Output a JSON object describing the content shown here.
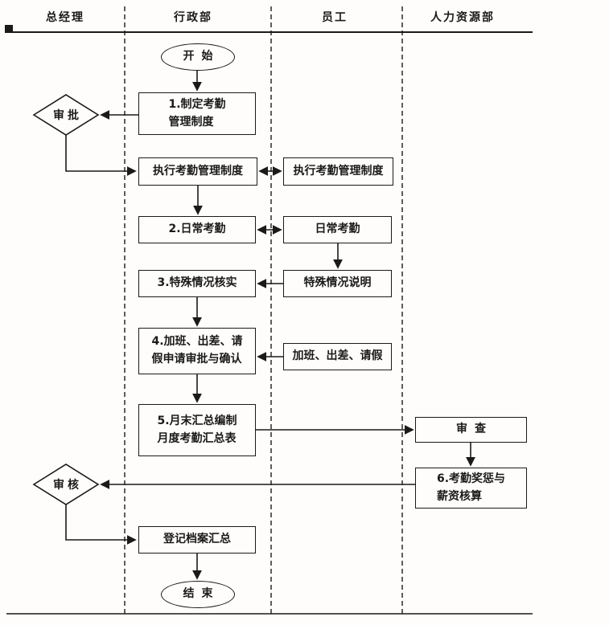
{
  "colors": {
    "ink": "#1a1a1a",
    "background": "#fefdfb"
  },
  "lanes": [
    {
      "label": "总经理"
    },
    {
      "label": "行政部"
    },
    {
      "label": "员工"
    },
    {
      "label": "人力资源部"
    }
  ],
  "nodes": {
    "start": {
      "label": "开始",
      "type": "terminator"
    },
    "approve1": {
      "label": "审批",
      "type": "decision"
    },
    "step1": {
      "label": "1.制定考勤\n管理制度",
      "type": "process"
    },
    "exec_admin": {
      "label": "执行考勤管理制度",
      "type": "process"
    },
    "exec_employee": {
      "label": "执行考勤管理制度",
      "type": "process"
    },
    "daily_admin": {
      "label": "2.日常考勤",
      "type": "process"
    },
    "daily_employee": {
      "label": "日常考勤",
      "type": "process"
    },
    "verify": {
      "label": "3.特殊情况核实",
      "type": "process"
    },
    "explain": {
      "label": "特殊情况说明",
      "type": "process"
    },
    "step4": {
      "label": "4.加班、出差、请\n假申请审批与确认",
      "type": "process"
    },
    "leave": {
      "label": "加班、出差、请假",
      "type": "process"
    },
    "step5": {
      "label": "5.月末汇总编制\n月度考勤汇总表",
      "type": "process"
    },
    "review": {
      "label": "审查",
      "type": "process"
    },
    "step6": {
      "label": "6.考勤奖惩与\n薪资核算",
      "type": "process"
    },
    "approve2": {
      "label": "审核",
      "type": "decision"
    },
    "archive": {
      "label": "登记档案汇总",
      "type": "process"
    },
    "end": {
      "label": "结束",
      "type": "terminator"
    }
  },
  "edges": [
    {
      "from": "start",
      "to": "step1"
    },
    {
      "from": "step1",
      "to": "approve1"
    },
    {
      "from": "approve1",
      "to": "exec_admin"
    },
    {
      "from": "exec_admin",
      "to": "exec_employee",
      "bidirectional": true
    },
    {
      "from": "exec_admin",
      "to": "daily_admin"
    },
    {
      "from": "daily_admin",
      "to": "daily_employee",
      "bidirectional": true
    },
    {
      "from": "daily_employee",
      "to": "explain"
    },
    {
      "from": "explain",
      "to": "verify"
    },
    {
      "from": "verify",
      "to": "step4"
    },
    {
      "from": "leave",
      "to": "step4"
    },
    {
      "from": "step4",
      "to": "step5"
    },
    {
      "from": "step5",
      "to": "review"
    },
    {
      "from": "review",
      "to": "step6"
    },
    {
      "from": "step6",
      "to": "approve2"
    },
    {
      "from": "approve2",
      "to": "archive"
    },
    {
      "from": "archive",
      "to": "end"
    }
  ]
}
